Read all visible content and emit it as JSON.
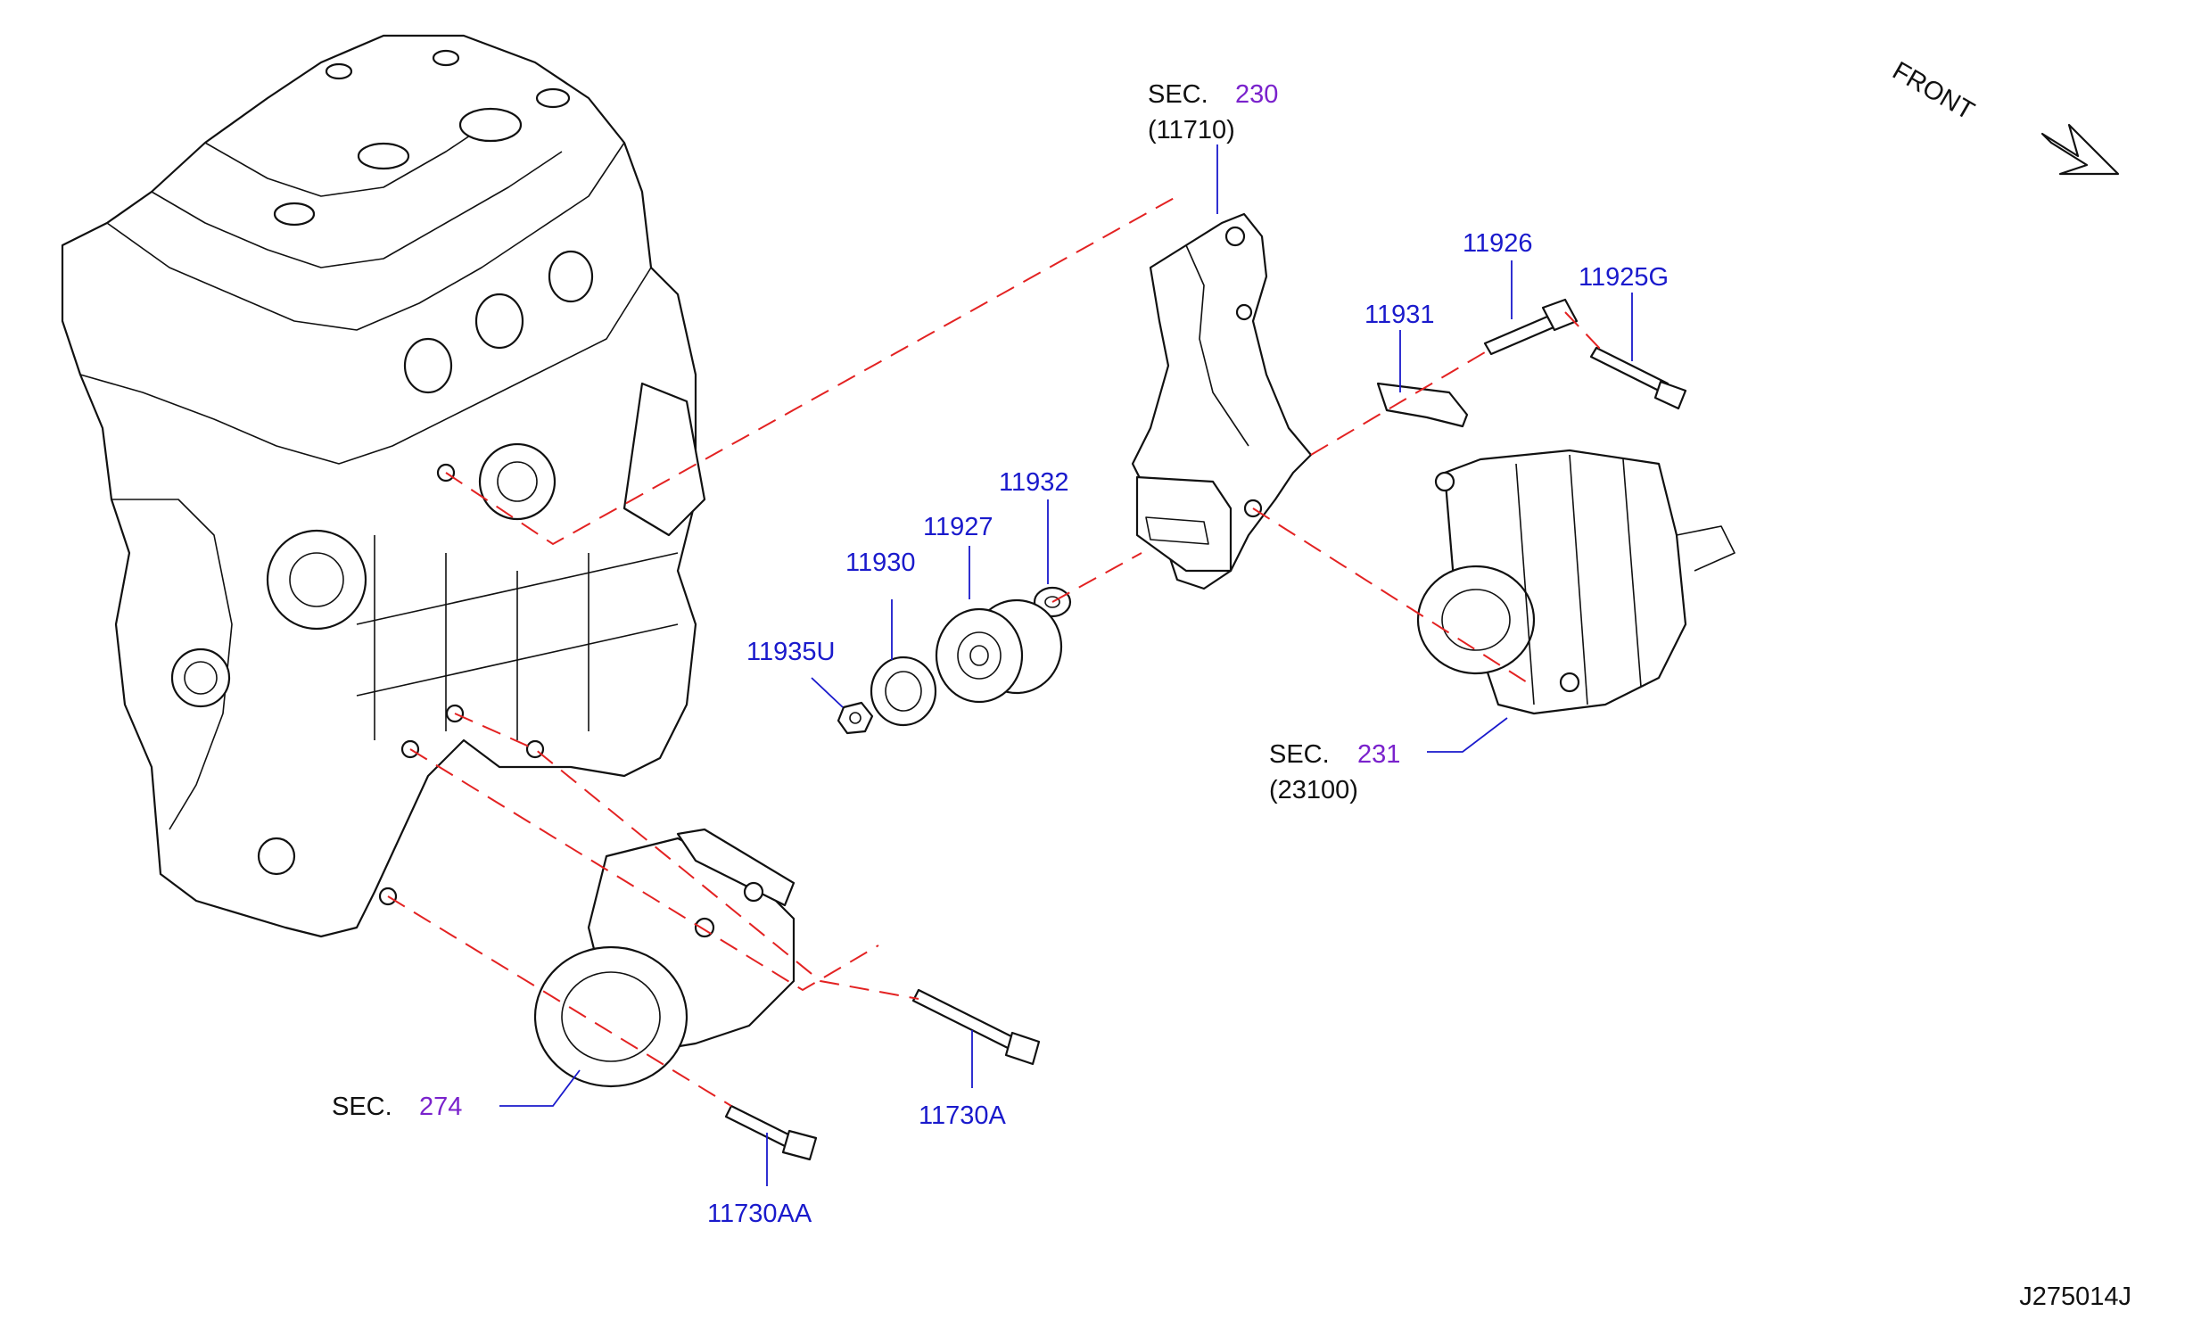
{
  "front_label": "FRONT",
  "diagram_code": "J275014J",
  "colors": {
    "part_number": "#1a1acc",
    "section_number": "#7a22cc",
    "dash_line": "#e32222",
    "ink": "#111111"
  },
  "parts": {
    "p11926": "11926",
    "p11925g": "11925G",
    "p11931": "11931",
    "p11932": "11932",
    "p11927": "11927",
    "p11930": "11930",
    "p11935u": "11935U",
    "p11730a": "11730A",
    "p11730aa": "11730AA"
  },
  "sections": {
    "s230": {
      "label": "SEC.",
      "number": "230",
      "code": "(11710)"
    },
    "s231": {
      "label": "SEC.",
      "number": "231",
      "code": "(23100)"
    },
    "s274": {
      "label": "SEC.",
      "number": "274"
    }
  }
}
